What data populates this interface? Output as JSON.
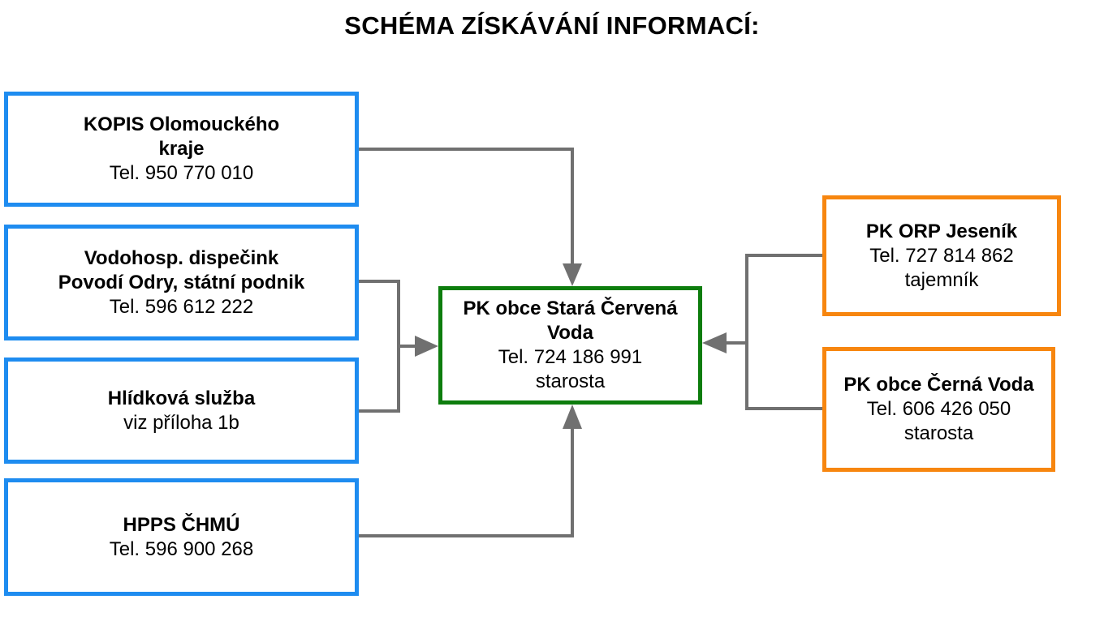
{
  "title": "SCHÉMA ZÍSKÁVÁNÍ INFORMACÍ:",
  "colors": {
    "source_border": "#1e8cf0",
    "center_border": "#0d7d0d",
    "partner_border": "#f7860f",
    "connector": "#707070"
  },
  "sources": [
    {
      "name_lines": [
        "KOPIS Olomouckého",
        "kraje"
      ],
      "detail_lines": [
        "Tel. 950 770 010"
      ]
    },
    {
      "name_lines": [
        "Vodohosp. dispečink",
        "Povodí Odry, státní podnik"
      ],
      "detail_lines": [
        "Tel. 596 612 222"
      ]
    },
    {
      "name_lines": [
        "Hlídková služba"
      ],
      "detail_lines": [
        "viz příloha 1b"
      ]
    },
    {
      "name_lines": [
        "HPPS ČHMÚ"
      ],
      "detail_lines": [
        "Tel. 596 900 268"
      ]
    }
  ],
  "center": {
    "name_lines": [
      "PK obce Stará Červená",
      "Voda"
    ],
    "detail_lines": [
      "Tel. 724 186 991",
      "starosta"
    ]
  },
  "partners": [
    {
      "name_lines": [
        "PK ORP Jeseník"
      ],
      "detail_lines": [
        "Tel. 727 814 862",
        "tajemník"
      ]
    },
    {
      "name_lines": [
        "PK obce Černá Voda"
      ],
      "detail_lines": [
        "Tel. 606 426 050",
        "starosta"
      ]
    }
  ]
}
